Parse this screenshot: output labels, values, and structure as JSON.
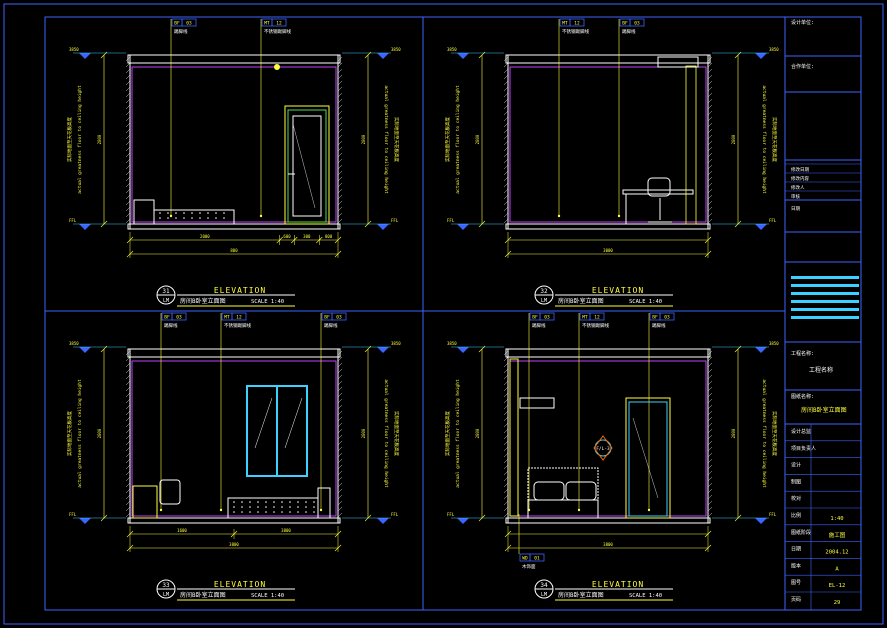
{
  "drawings": [
    {
      "number": "31",
      "sheet": "LM",
      "heading": "ELEVATION",
      "subtitle": "房间B卧室立面图",
      "scale": "SCALE 1:40",
      "tags": [
        {
          "code": "BF",
          "num": "03",
          "note": "踢脚线"
        },
        {
          "code": "MT",
          "num": "12",
          "note": "不锈钢踢脚线"
        }
      ],
      "dims": [
        "2000",
        "600",
        "300",
        "800"
      ]
    },
    {
      "number": "32",
      "sheet": "LM",
      "heading": "ELEVATION",
      "subtitle": "房间B卧室立面图",
      "scale": "SCALE 1:40",
      "tags": [
        {
          "code": "MT",
          "num": "12",
          "note": "不锈钢踢脚线"
        },
        {
          "code": "BF",
          "num": "03",
          "note": "踢脚线"
        }
      ],
      "dims": [
        "3000"
      ]
    },
    {
      "number": "33",
      "sheet": "LM",
      "heading": "ELEVATION",
      "subtitle": "房间B卧室立面图",
      "scale": "SCALE 1:40",
      "tags": [
        {
          "code": "BF",
          "num": "03",
          "note": "踢脚线"
        },
        {
          "code": "MT",
          "num": "12",
          "note": "不锈钢踢脚线"
        },
        {
          "code": "BF",
          "num": "03",
          "note": "踢脚线"
        }
      ],
      "dims": [
        "1600",
        "3800"
      ]
    },
    {
      "number": "34",
      "sheet": "LM",
      "heading": "ELEVATION",
      "subtitle": "房间B卧室立面图",
      "scale": "SCALE 1:40",
      "tags": [
        {
          "code": "BF",
          "num": "03",
          "note": "踢脚线"
        },
        {
          "code": "MT",
          "num": "12",
          "note": "不锈钢踢脚线"
        },
        {
          "code": "BF",
          "num": "03",
          "note": "踢脚线"
        },
        {
          "code": "WD",
          "num": "01",
          "note": "木饰面"
        }
      ],
      "dims": [
        "3800"
      ],
      "detail_marker": "F/L-3"
    }
  ],
  "side_notes": {
    "height_cn": "实际地面至天花板高度",
    "height_en": "actual greatness floor to ceiling height",
    "ffl": "FFL",
    "fcl": "3850",
    "height_value": "2800"
  },
  "title_block": {
    "top_labels": [
      "设计单位:",
      "合作单位:"
    ],
    "rev_rows": [
      "修改日期",
      "修改内容",
      "修改人",
      "审核",
      "日期"
    ],
    "project_label": "工程名称:",
    "project_name": "工程名称",
    "drawing_label": "图纸名称:",
    "drawing_name": "房间B卧室立面图",
    "rows": [
      {
        "label": "设计总监",
        "value": ""
      },
      {
        "label": "项目负责人",
        "value": ""
      },
      {
        "label": "设计",
        "value": ""
      },
      {
        "label": "制图",
        "value": ""
      },
      {
        "label": "校对",
        "value": ""
      },
      {
        "label": "比例",
        "value": "1:40"
      },
      {
        "label": "图纸阶段",
        "value": "施工图"
      },
      {
        "label": "日期",
        "value": "2004.12"
      },
      {
        "label": "版本",
        "value": "A"
      },
      {
        "label": "图号",
        "value": "EL-12"
      },
      {
        "label": "页码",
        "value": "29"
      }
    ]
  }
}
